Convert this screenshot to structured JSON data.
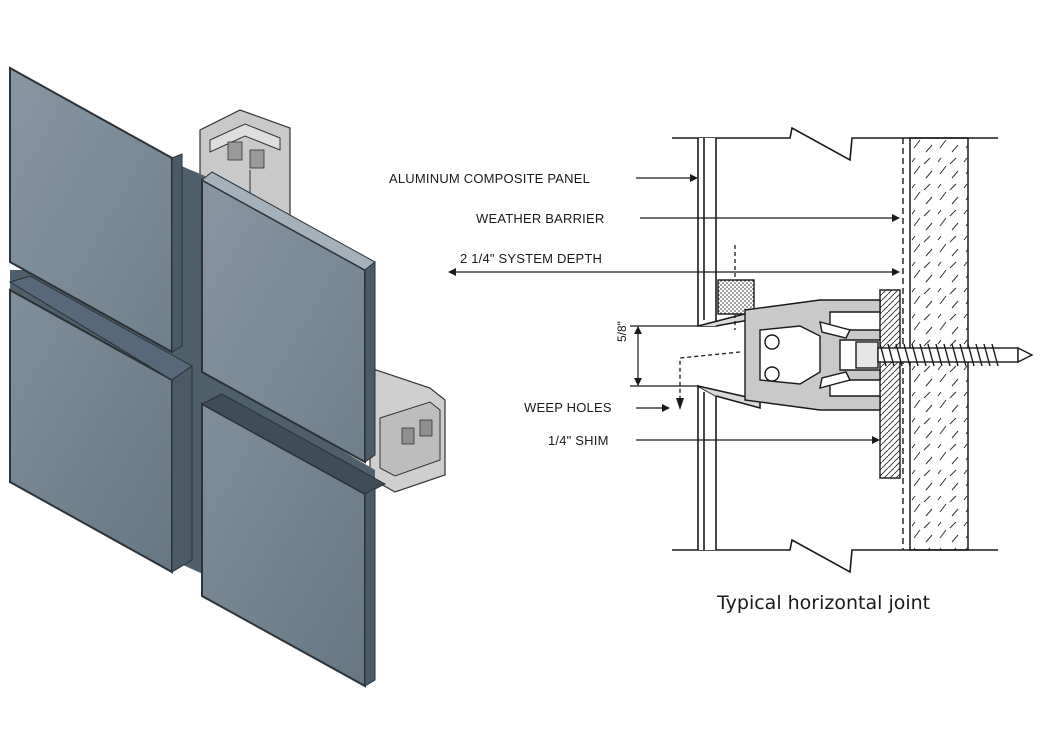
{
  "callouts": {
    "panel": "ALUMINUM COMPOSITE PANEL",
    "barrier": "WEATHER BARRIER",
    "depth": "2 1/4\" SYSTEM DEPTH",
    "weep": "WEEP HOLES",
    "shim": "1/4\" SHIM"
  },
  "dimension": "5/8\"",
  "caption": "Typical horizontal joint",
  "colors": {
    "panel_face": "#7d8f9c",
    "panel_shade": "#5c6e7b",
    "panel_edge": "#2c3338",
    "extrusion": "#c7c7c7",
    "line": "#1a1a1a"
  }
}
